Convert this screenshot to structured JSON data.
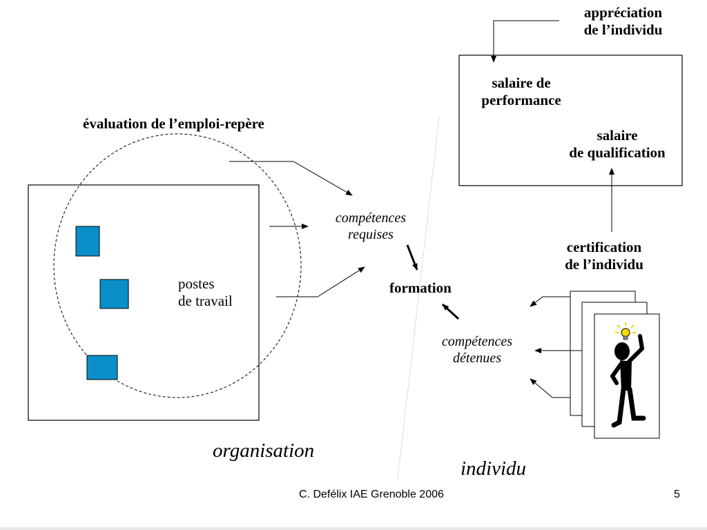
{
  "labels": {
    "evaluation": "évaluation de l’emploi-repère",
    "competences_requises": [
      "compétences",
      "requises"
    ],
    "postes": [
      "postes",
      "de travail"
    ],
    "formation": "formation",
    "competences_detenues": [
      "compétences",
      "détenues"
    ],
    "appreciation": [
      "appréciation",
      "de l’individu"
    ],
    "salaire_performance": [
      "salaire de",
      "performance"
    ],
    "salaire_qualification": [
      "salaire",
      "de qualification"
    ],
    "certification": [
      "certification",
      "de l’individu"
    ],
    "organisation": "organisation",
    "individu": "individu"
  },
  "footer": {
    "author": "C. Defélix IAE Grenoble 2006",
    "page_number": "5"
  },
  "colors": {
    "square_fill": "#0a8fc9",
    "bulb": "#f5d90a"
  }
}
